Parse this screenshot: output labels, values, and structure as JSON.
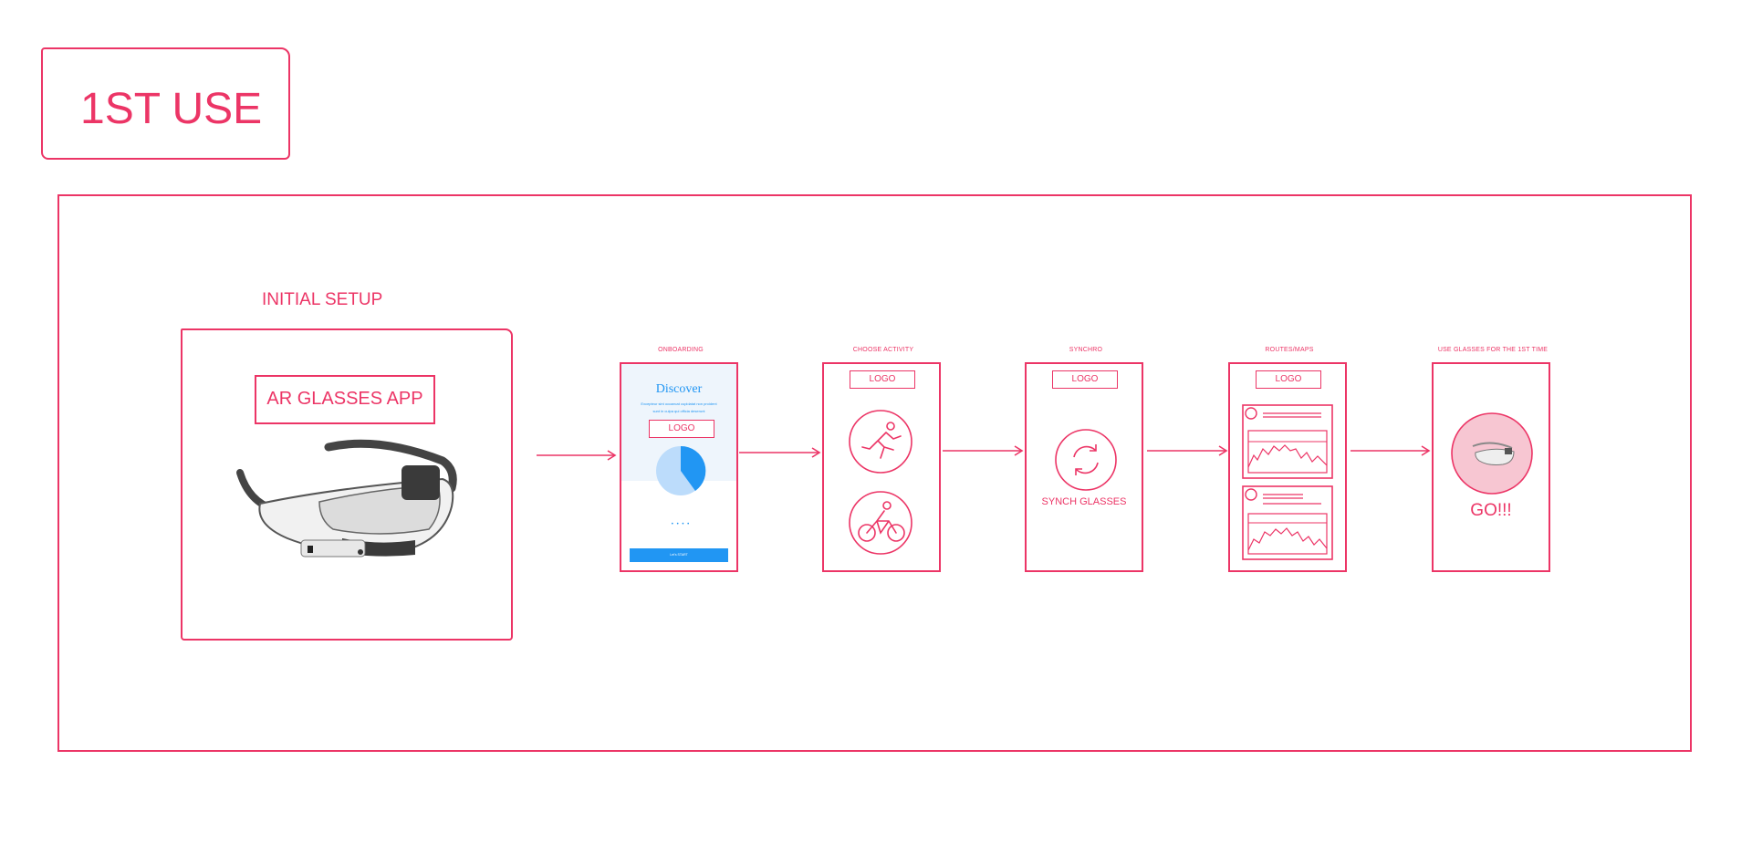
{
  "header": {
    "title": "1ST USE"
  },
  "setup": {
    "label": "INITIAL SETUP",
    "app_label": "AR GLASSES APP"
  },
  "screens": {
    "onboarding": {
      "title": "ONBOARDING",
      "heading": "Discover",
      "body_line1": "Excepteur sint occaecat cupidatat non proident",
      "body_line2": "sunt in culpa qui officia deserunt",
      "logo": "LOGO",
      "button": "Let's START"
    },
    "choose_activity": {
      "title": "CHOOSE ACTIVITY",
      "logo": "LOGO",
      "options": [
        "running-icon",
        "cycling-icon"
      ]
    },
    "synchro": {
      "title": "SYNCHRO",
      "logo": "LOGO",
      "caption": "SYNCH GLASSES"
    },
    "routes": {
      "title": "ROUTES/MAPS",
      "logo": "LOGO"
    },
    "first_time": {
      "title": "USE GLASSES FOR THE 1ST TIME",
      "caption": "GO!!!"
    }
  },
  "colors": {
    "accent": "#ec3566",
    "onboarding_blue": "#2196f3",
    "onboarding_bg": "#eef5fc",
    "go_fill": "#f7c6d2"
  }
}
